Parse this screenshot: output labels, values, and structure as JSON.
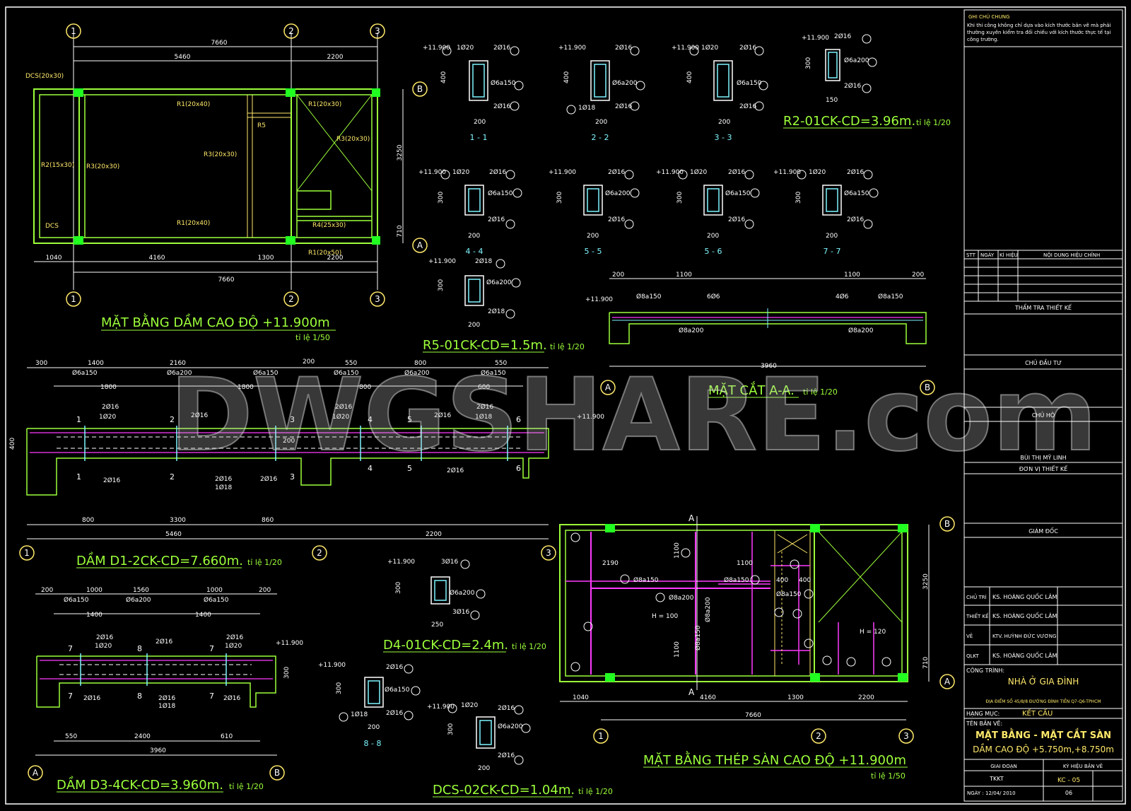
{
  "grid_labels": {
    "g1": "1",
    "g2": "2",
    "g3": "3",
    "gA": "A",
    "gB": "B"
  },
  "plan1": {
    "title": "MẶT BẰNG DẦM CAO ĐỘ +11.900m",
    "scale": "tỉ lệ 1/50",
    "dims_top": [
      "7660",
      "5460",
      "2200"
    ],
    "dims_bottom": [
      "1040",
      "4160",
      "1300",
      "2200",
      "7660"
    ],
    "dims_side": [
      "3250",
      "710"
    ],
    "labels": {
      "dcs1": "DCS(20x30)",
      "dcs2": "DCS",
      "r1a": "R1(20x40)",
      "r1b": "R1(20x30)",
      "r5": "R5",
      "r3a": "R3(20x30)",
      "r3b": "R3(20x30)",
      "r3c": "R3(20x30)",
      "r2": "R2(15x30)",
      "r1c": "R1(20x40)",
      "r4": "R4(25x30)",
      "r1d": "R1(20x50)"
    }
  },
  "sections": {
    "s11": "1 - 1",
    "s22": "2 - 2",
    "s33": "3 - 3",
    "s44": "4 - 4",
    "s55": "5 - 5",
    "s56": "5 - 6",
    "s77": "7 - 7",
    "s88": "8 - 8",
    "elev": "+11.900",
    "d400": "400",
    "d300": "300",
    "d200": "200",
    "d150": "150",
    "d250": "250",
    "r1": "1Ø20",
    "r2": "2Ø16",
    "r3": "Ø6a150",
    "r4": "Ø6a200",
    "r5": "1Ø18",
    "r6": "2Ø18",
    "r7": "3Ø16",
    "r8": "Ø8a150",
    "r9": "Ø8a200",
    "r10": "6Ø6",
    "r11": "4Ø6"
  },
  "titles": {
    "r2": "R2-01CK-CD=3.96m.",
    "r5": "R5-01CK-CD=1.5m.",
    "aa": "MẶT CẮT A-A.",
    "d1": "DẦM D1-2CK-CD=7.660m.",
    "d4": "D4-01CK-CD=2.4m.",
    "d3": "DẦM D3-4CK-CD=3.960m.",
    "dcs": "DCS-02CK-CD=1.04m.",
    "plan2": "MẶT BẰNG THÉP SÀN CAO ĐỘ +11.900m",
    "scale20": "tỉ lệ 1/20",
    "scale50": "tỉ lệ 1/50"
  },
  "beamA": {
    "dims": [
      "200",
      "1100",
      "1100",
      "200",
      "3960"
    ]
  },
  "beamD1": {
    "dims_top": [
      "300",
      "1400",
      "2160",
      "200",
      "550",
      "800",
      "550",
      "1800",
      "1800",
      "800",
      "600"
    ],
    "dims_bot": [
      "800",
      "3300",
      "860",
      "5460",
      "2200"
    ],
    "marks": [
      "1",
      "2",
      "3",
      "4",
      "5",
      "6"
    ]
  },
  "beamD3": {
    "dims_top": [
      "200",
      "1000",
      "1560",
      "1000",
      "200",
      "1400",
      "1400"
    ],
    "dims_bot": [
      "550",
      "2400",
      "610",
      "3960"
    ],
    "marks": [
      "7",
      "8",
      "7"
    ]
  },
  "plan2": {
    "dims_bot": [
      "1040",
      "4160",
      "1300",
      "2200",
      "7660"
    ],
    "dims_side": [
      "3250",
      "710"
    ],
    "dims_top": [
      "2190",
      "1100",
      "400",
      "400"
    ],
    "h100": "H = 100",
    "h120": "H = 120",
    "dim1100": "1100",
    "sec": "A"
  },
  "watermark": "DWGSHARE.com",
  "title_block": {
    "notes_title": "GHI CHÚ CHUNG",
    "notes": [
      "Khi thi công không chỉ dựa vào kích thước bản vẽ mà phải",
      "thường xuyên kiểm tra đối chiếu với kích thước thực tế tại",
      "công trường."
    ],
    "rev_headers": [
      "STT",
      "NGÀY",
      "KÍ HIỆU",
      "NỘI DUNG HIỆU CHỈNH"
    ],
    "tham_tra": "THẨM TRA THIẾT KẾ",
    "chu_dau_tu": "CHỦ ĐẦU TƯ",
    "chu_ho": "CHỦ HỘ",
    "owner": "BÙI THỊ MỸ LINH",
    "don_vi": "ĐƠN VỊ THIẾT KẾ",
    "giam_doc": "GIÁM ĐỐC",
    "roles": [
      {
        "role": "CHỦ TRÌ",
        "name": "KS. HOÀNG QUỐC LÂM"
      },
      {
        "role": "THIẾT KẾ",
        "name": "KS. HOÀNG QUỐC LÂM"
      },
      {
        "role": "VẼ",
        "name": "KTV. HUỲNH ĐỨC VƯƠNG"
      },
      {
        "role": "QLKT",
        "name": "KS. HOÀNG QUỐC LÂM"
      }
    ],
    "cong_trinh_label": "CÔNG TRÌNH:",
    "cong_trinh": "NHÀ Ở GIA ĐÌNH",
    "dia_diem": "ĐỊA ĐIỂM SỐ 45/8/8 ĐƯỜNG ĐÌNH TIỀN Q7-Q6-TPHCM",
    "hang_muc_label": "HẠNG MỤC:",
    "hang_muc": "KẾT CẤU",
    "ten_ban_ve_label": "TÊN BẢN VẼ:",
    "ten_ban_ve_1": "MẶT BẰNG - MẶT CẮT SÀN",
    "ten_ban_ve_2": "DẦM CAO ĐỘ +5.750m,+8.750m",
    "giai_doan_label": "GIAI ĐOẠN",
    "ky_hieu_label": "KÝ HIỆU BẢN VẼ",
    "giai_doan": "TKKT",
    "ky_hieu": "KC - 05",
    "sheet": "06",
    "ngay": "NGÀY : 12/04/ 2010"
  }
}
